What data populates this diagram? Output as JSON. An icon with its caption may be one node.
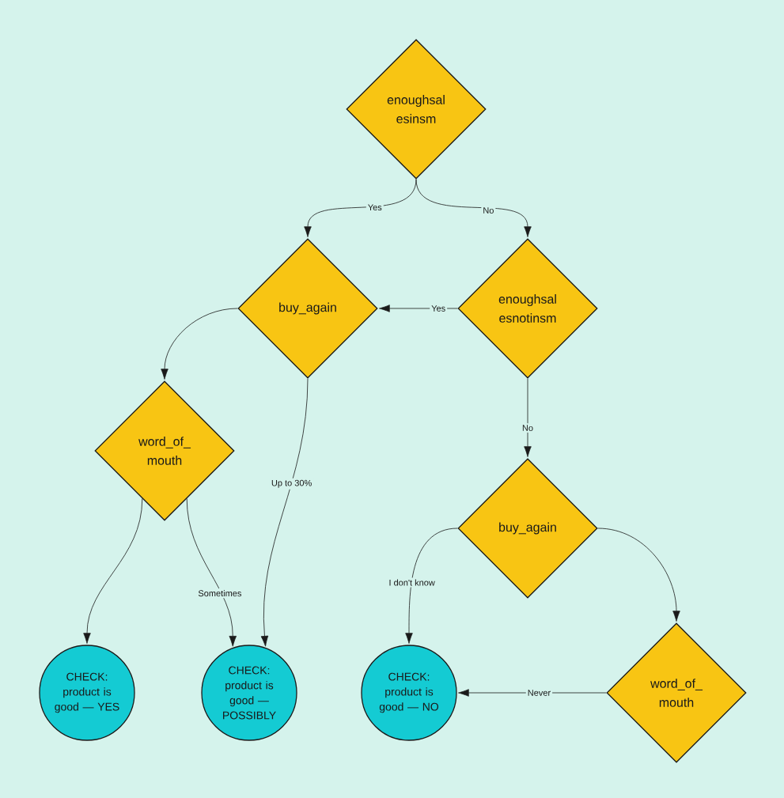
{
  "diagram": {
    "nodes": [
      {
        "text": [
          "enoughsal esinsm"
        ]
      },
      {
        "text": [
          "buy_again"
        ]
      },
      {
        "text": [
          "enoughsal esnotinsm"
        ]
      },
      {
        "text": [
          "word_of_ mouth"
        ]
      },
      {
        "text": [
          "buy_again"
        ]
      },
      {
        "text": [
          "word_of_ mouth"
        ]
      },
      {
        "text": [
          "CHECK: product is good — YES"
        ]
      },
      {
        "text": [
          "CHECK: product is good — POSSIBLY"
        ]
      },
      {
        "text": [
          "CHECK: product is good — NO"
        ]
      }
    ],
    "edges": [
      {
        "from": 0,
        "to": 1,
        "arrow": "to",
        "label": "Yes"
      },
      {
        "from": 0,
        "to": 2,
        "arrow": "to",
        "label": "No"
      },
      {
        "from": 2,
        "to": 1,
        "arrow": "to",
        "label": "Yes"
      },
      {
        "from": 2,
        "to": 4,
        "arrow": "to",
        "label": "No"
      },
      {
        "from": 1,
        "to": 3,
        "arrow": "to"
      },
      {
        "from": 1,
        "to": 7,
        "arrow": "to",
        "label": "Up to 30%"
      },
      {
        "from": 3,
        "to": 6,
        "arrow": "to"
      },
      {
        "from": 3,
        "to": 7,
        "arrow": "to",
        "label": "Sometimes"
      },
      {
        "from": 4,
        "to": 8,
        "arrow": "to",
        "label": "I don't know"
      },
      {
        "from": 4,
        "to": 5,
        "arrow": "to"
      },
      {
        "from": 5,
        "to": 8,
        "arrow": "to",
        "label": "Never"
      }
    ]
  }
}
